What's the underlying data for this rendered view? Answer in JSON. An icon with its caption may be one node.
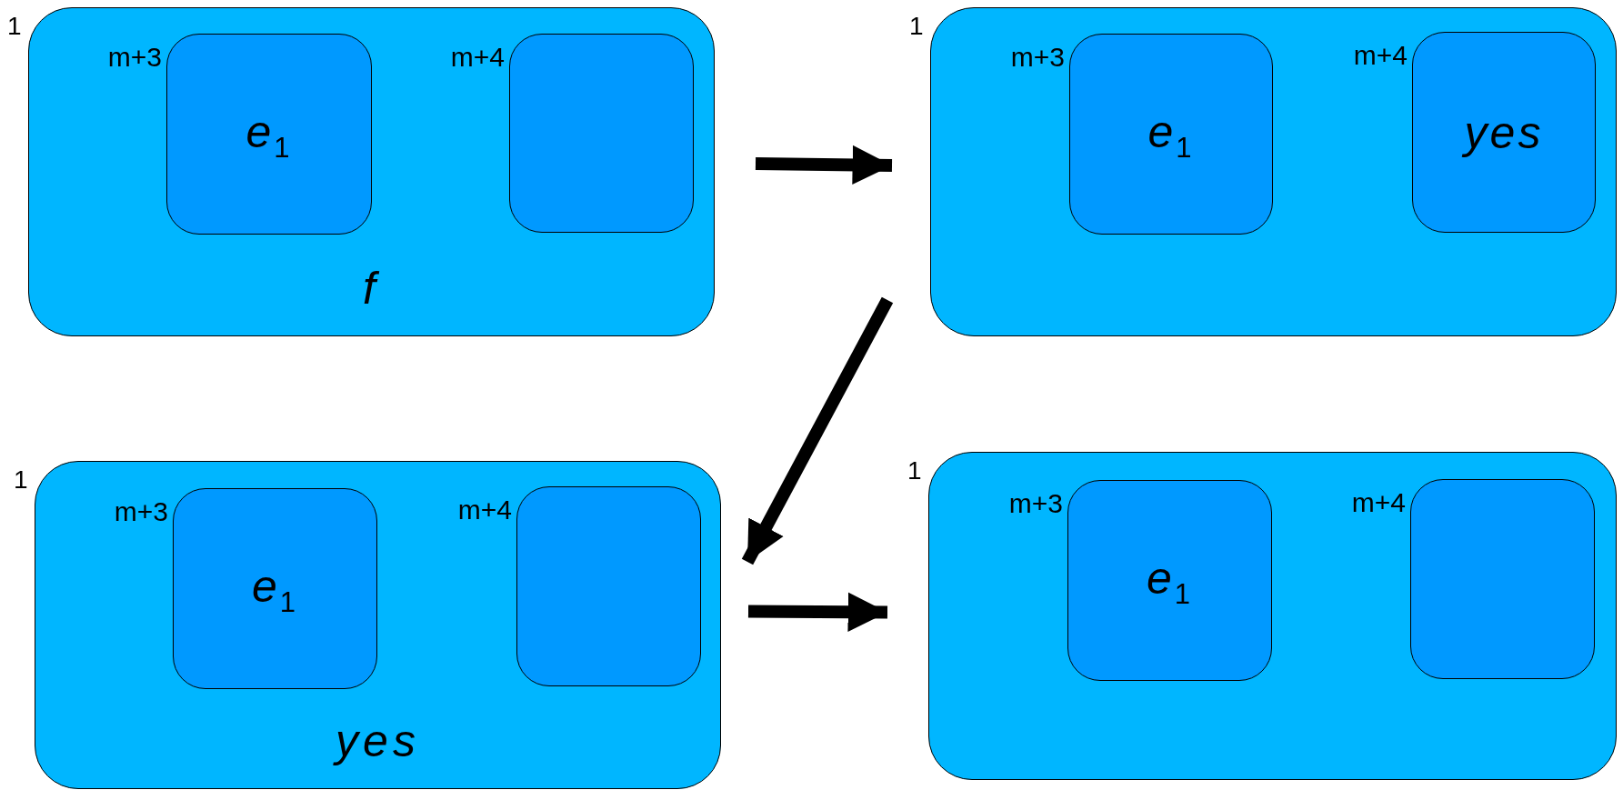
{
  "diagram": {
    "nodes": [
      {
        "text": [
          "1",
          "f"
        ]
      },
      {
        "text": [
          "m+3",
          "e$_{1}$"
        ],
        "in": 0
      },
      {
        "text": [
          "m+4"
        ],
        "in": 0
      },
      {
        "text": [
          "1"
        ]
      },
      {
        "text": [
          "m+3",
          "e$_{1}$"
        ],
        "in": 3
      },
      {
        "text": [
          "m+4",
          "yes"
        ],
        "in": 3
      },
      {
        "text": [
          "1",
          "yes"
        ]
      },
      {
        "text": [
          "m+3",
          "e$_{1}$"
        ],
        "in": 6
      },
      {
        "text": [
          "m+4"
        ],
        "in": 6
      },
      {
        "text": [
          "1"
        ]
      },
      {
        "text": [
          "m+3",
          "e$_{1}$"
        ],
        "in": 9
      },
      {
        "text": [
          "m+4"
        ],
        "in": 9
      }
    ],
    "edges": [
      {
        "from": 0,
        "to": 3,
        "arrow": "to"
      },
      {
        "from": 3,
        "to": 6,
        "arrow": "to"
      },
      {
        "from": 6,
        "to": 9,
        "arrow": "to"
      }
    ]
  }
}
